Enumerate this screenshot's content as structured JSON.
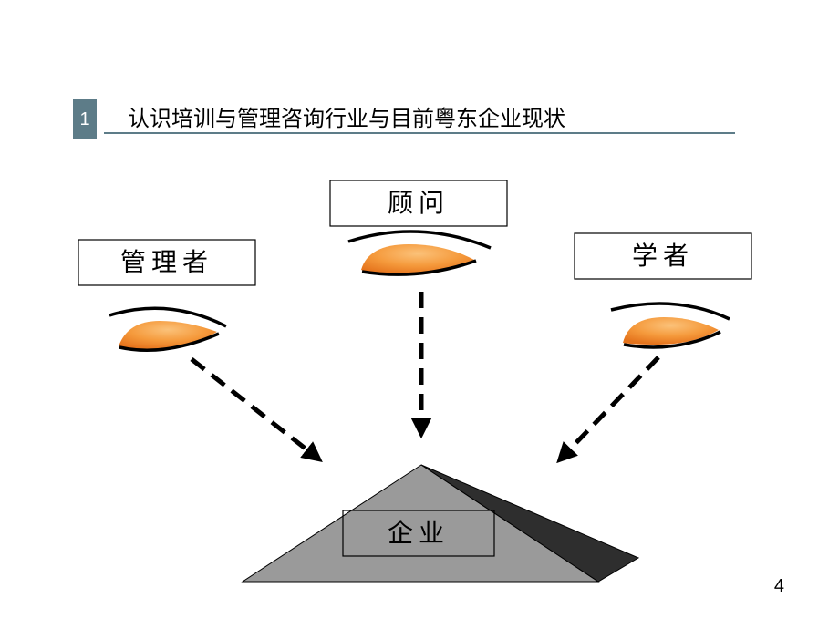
{
  "header": {
    "number": "1",
    "title": "认识培训与管理咨询行业与目前粤东企业现状"
  },
  "roles": {
    "manager": "管理者",
    "consultant": "顾问",
    "scholar": "学者"
  },
  "target": {
    "label": "企业"
  },
  "page": {
    "number": "4"
  },
  "colors": {
    "accent": "#5d7c88",
    "eye_fill": "#f59a3c",
    "pyramid_light": "#9a9a9a",
    "pyramid_dark": "#2e2e2e"
  },
  "icons": [
    "eye-icon",
    "dashed-arrow",
    "pyramid"
  ]
}
